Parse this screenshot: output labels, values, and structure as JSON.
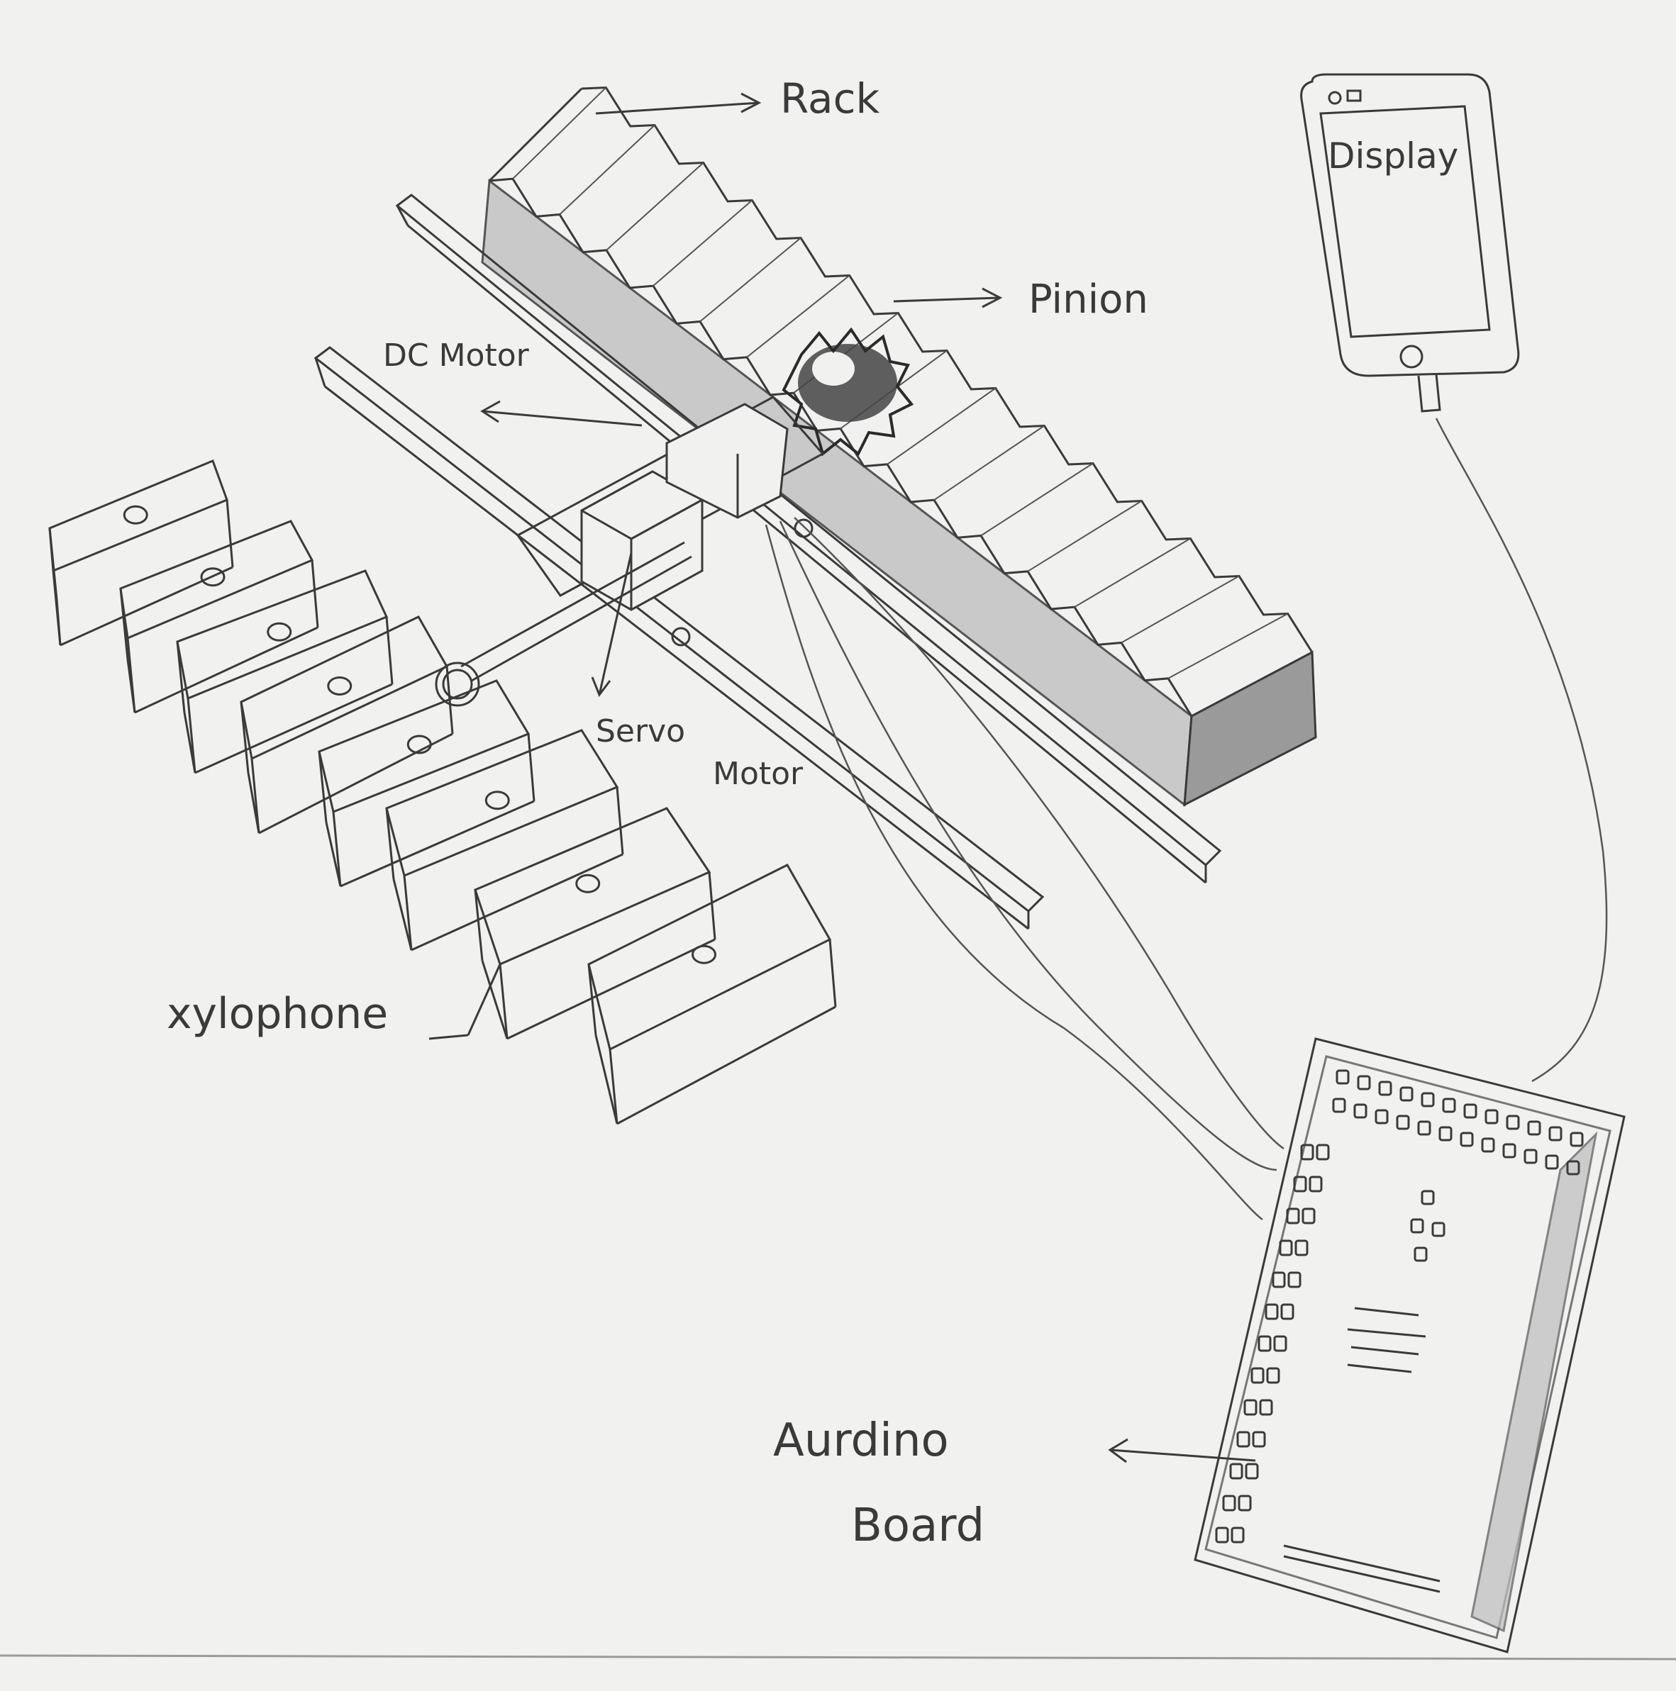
{
  "labels": {
    "rack": "Rack",
    "pinion": "Pinion",
    "display": "Display",
    "dc_motor": "DC Motor",
    "servo_motor_line1": "Servo",
    "servo_motor_line2": "Motor",
    "xylophone": "xylophone",
    "arduino_line1": "Aurdino",
    "arduino_line2": "Board"
  },
  "colors": {
    "paper": "#f1f1f0",
    "pencil": "#3a3a3a",
    "shade": "#b9b9b9"
  }
}
